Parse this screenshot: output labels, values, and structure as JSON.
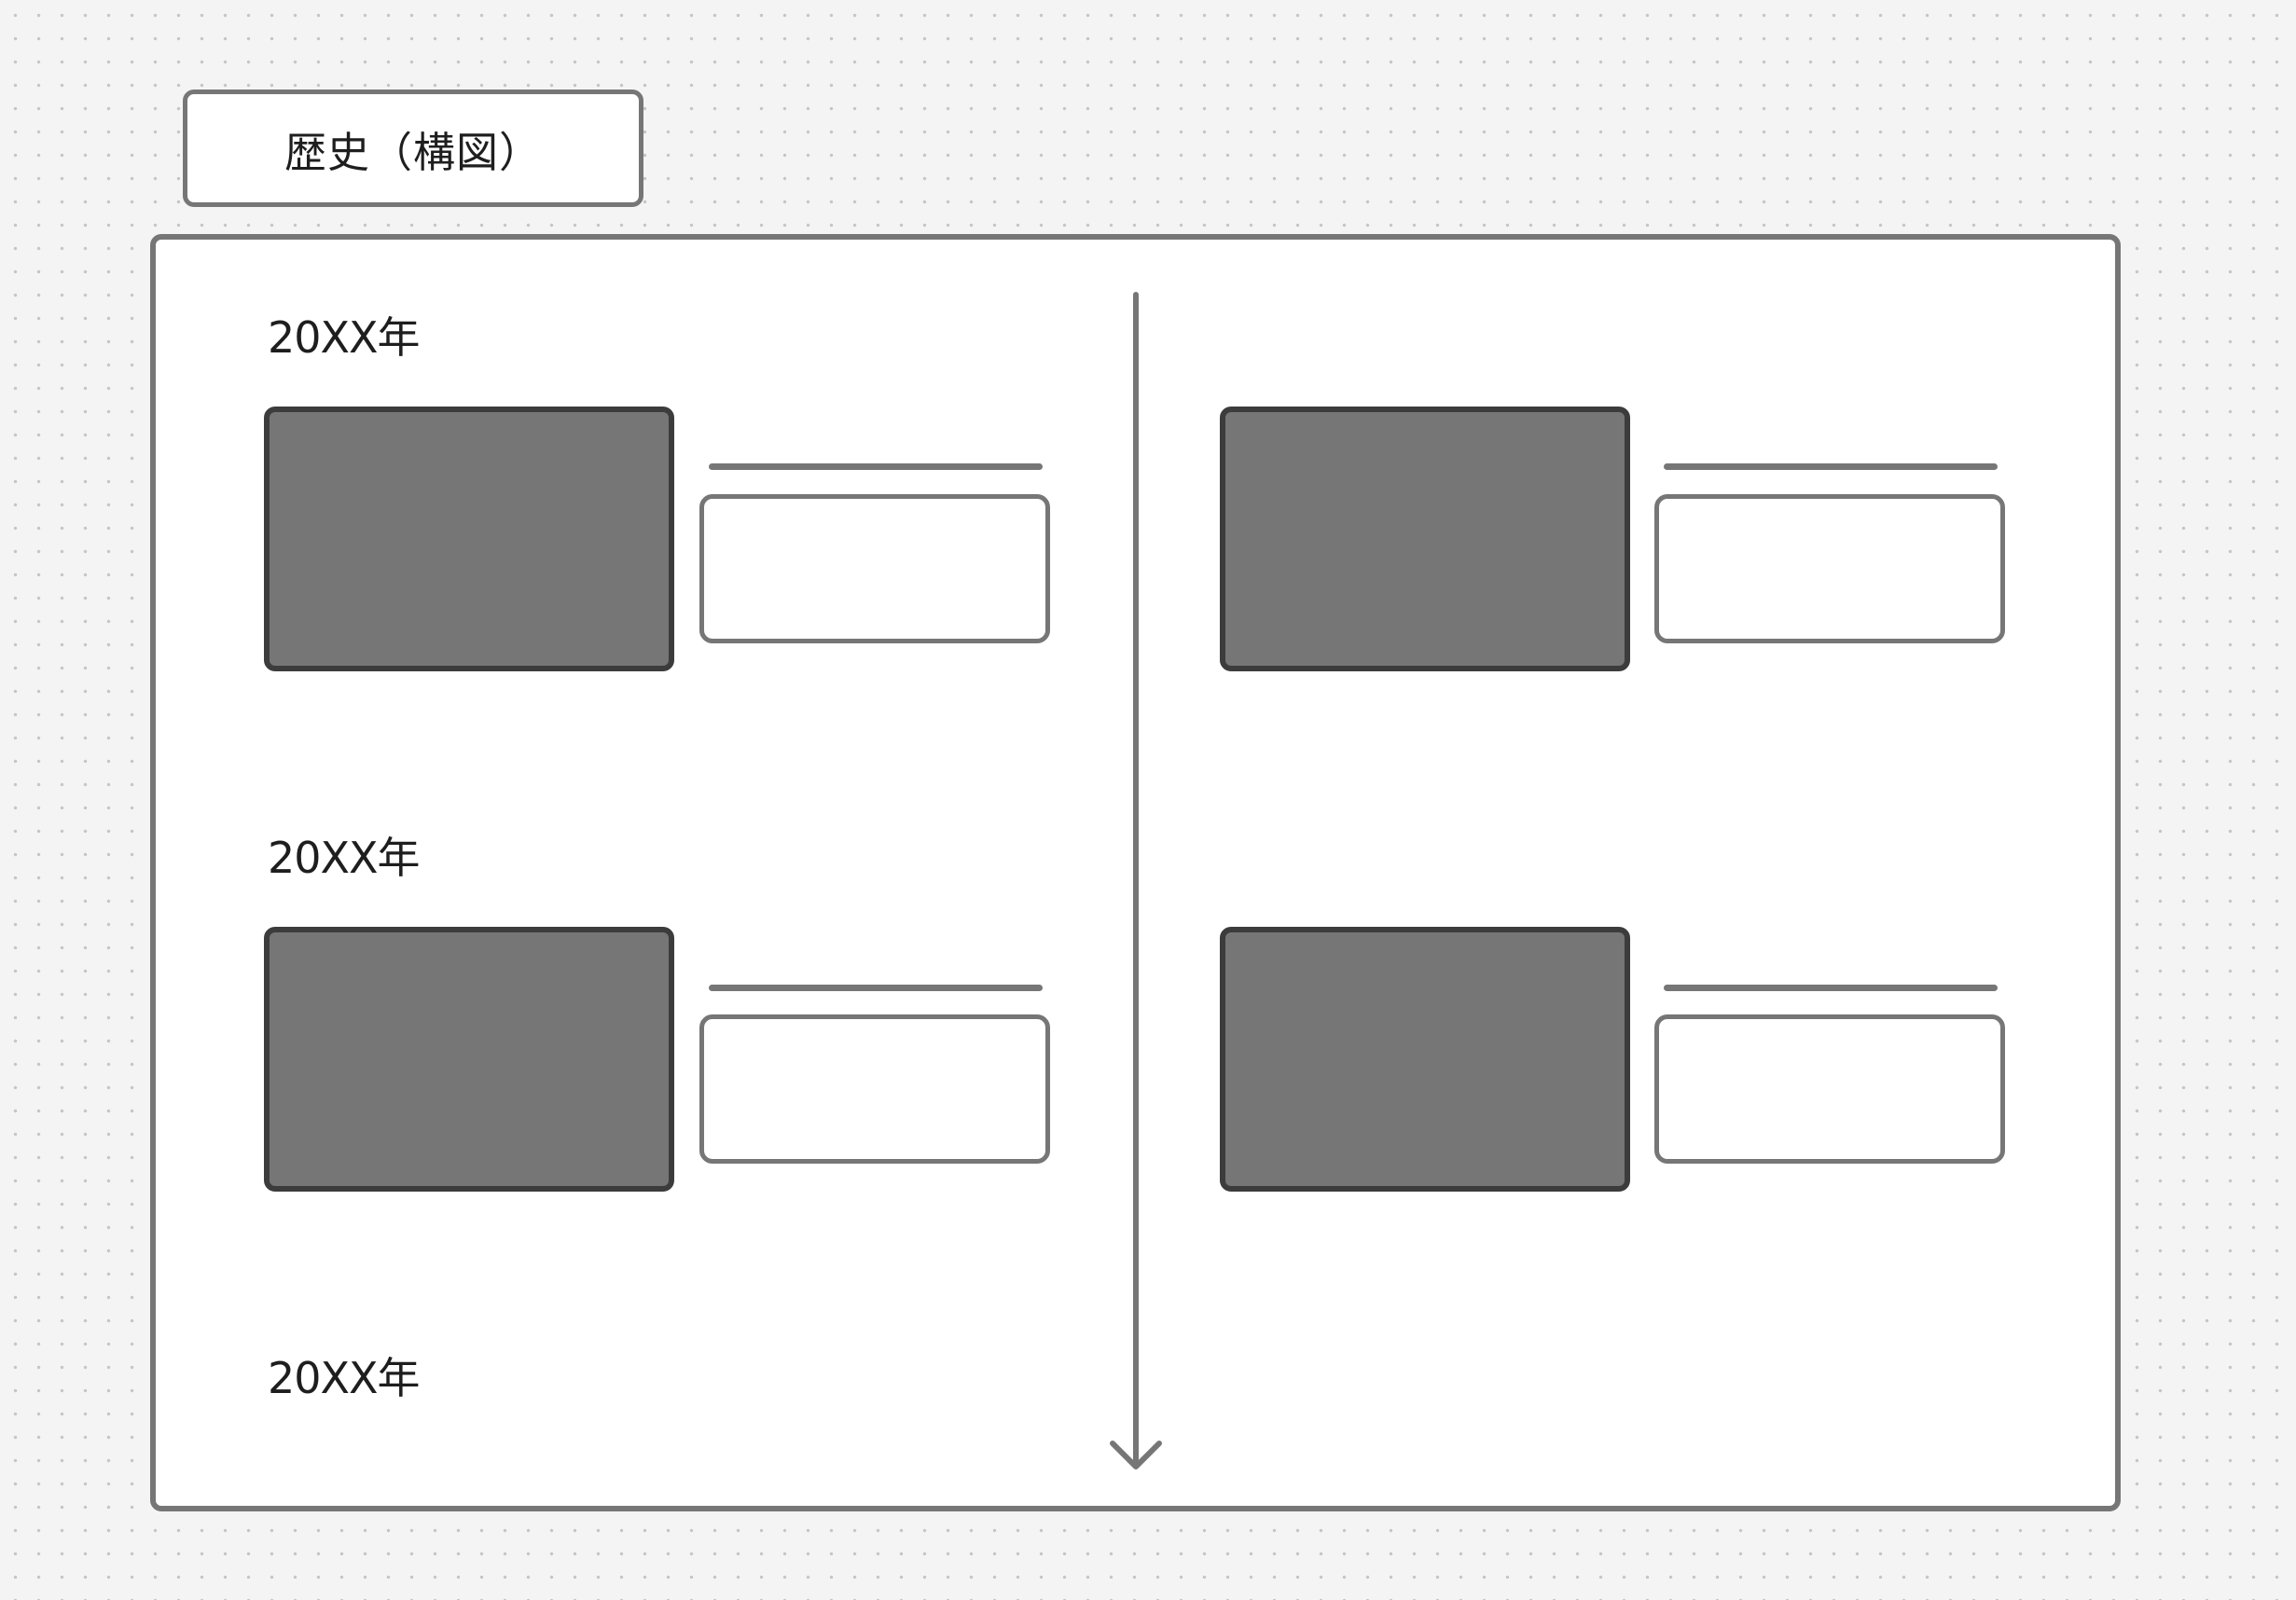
{
  "title": "歴史（構図）",
  "timeline": {
    "years": [
      "20XX年",
      "20XX年",
      "20XX年"
    ],
    "entries": [
      {
        "column": "left",
        "row": 1
      },
      {
        "column": "right",
        "row": 1
      },
      {
        "column": "left",
        "row": 2
      },
      {
        "column": "right",
        "row": 2
      }
    ]
  },
  "colors": {
    "background": "#f4f4f4",
    "board": "#ffffff",
    "stroke": "#767676",
    "photo_fill": "#767676",
    "photo_border": "#3c3c3c",
    "text": "#1e1e1e"
  }
}
